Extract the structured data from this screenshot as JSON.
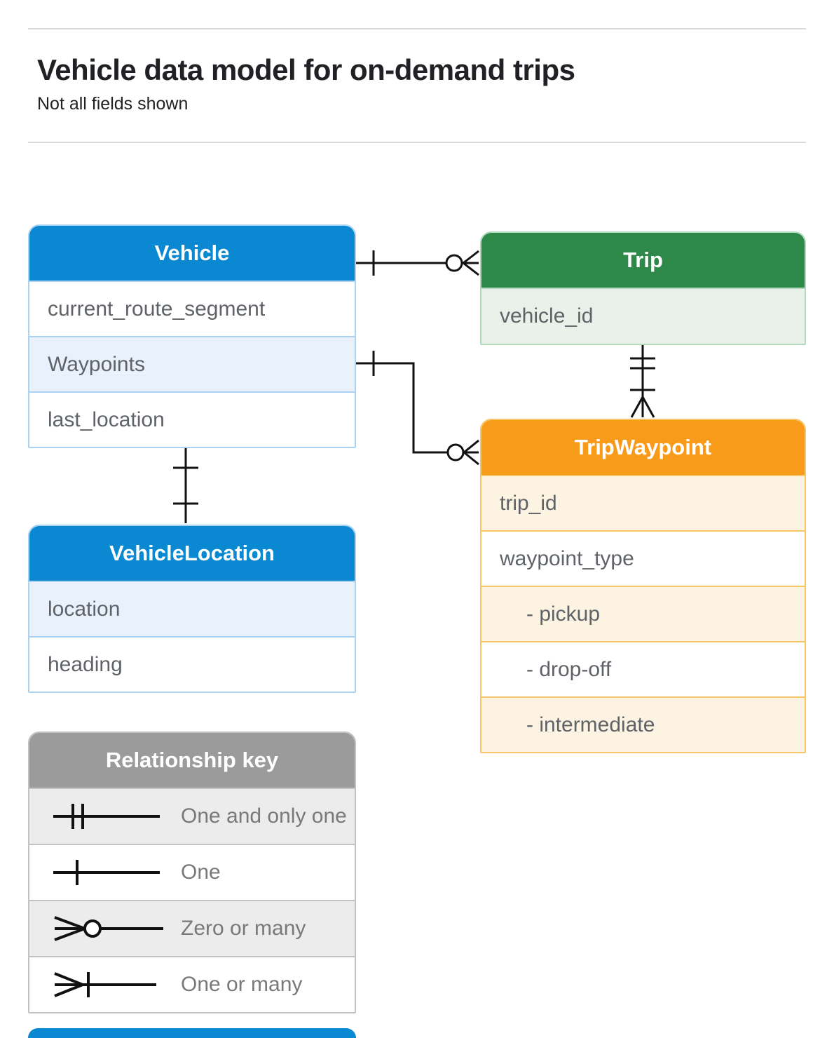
{
  "page": {
    "title": "Vehicle data model for on-demand trips",
    "subtitle": "Not all fields shown"
  },
  "colors": {
    "blue_header": "#0a88d2",
    "blue_row_shaded": "#e9f2fc",
    "green_header": "#2e8948",
    "green_row_shaded": "#e8f2ea",
    "orange_header": "#f89b1b",
    "orange_row_shaded": "#fdf3e2",
    "gray_header": "#9b9b9b",
    "gray_row_shaded": "#ececec",
    "field_text": "#5f6368",
    "connector_line": "#111111"
  },
  "entities": [
    {
      "title": "Vehicle",
      "theme": "blue",
      "fields": [
        {
          "label": "current_route_segment"
        },
        {
          "label": "Waypoints"
        },
        {
          "label": "last_location"
        }
      ]
    },
    {
      "title": "Trip",
      "theme": "green",
      "fields": [
        {
          "label": "vehicle_id"
        }
      ]
    },
    {
      "title": "TripWaypoint",
      "theme": "orange",
      "fields": [
        {
          "label": "trip_id"
        },
        {
          "label": "waypoint_type"
        },
        {
          "label": "- pickup"
        },
        {
          "label": "- drop-off"
        },
        {
          "label": "- intermediate"
        }
      ]
    },
    {
      "title": "VehicleLocation",
      "theme": "blue",
      "fields": [
        {
          "label": "location"
        },
        {
          "label": "heading"
        }
      ]
    }
  ],
  "legend": {
    "title": "Relationship key",
    "items": [
      {
        "symbol": "one-and-only-one",
        "label": "One and only one"
      },
      {
        "symbol": "one",
        "label": "One"
      },
      {
        "symbol": "zero-or-many",
        "label": "Zero or many"
      },
      {
        "symbol": "one-or-many",
        "label": "One or many"
      }
    ]
  },
  "relationships": [
    {
      "from": "Vehicle",
      "to": "Trip",
      "from_cardinality": "one",
      "to_cardinality": "zero-or-many"
    },
    {
      "from": "Vehicle.Waypoints",
      "to": "TripWaypoint",
      "from_cardinality": "one",
      "to_cardinality": "zero-or-many"
    },
    {
      "from": "Trip",
      "to": "TripWaypoint",
      "from_cardinality": "one-and-only-one",
      "to_cardinality": "one-or-many"
    },
    {
      "from": "Vehicle",
      "to": "VehicleLocation",
      "from_cardinality": "one",
      "to_cardinality": "one"
    }
  ]
}
